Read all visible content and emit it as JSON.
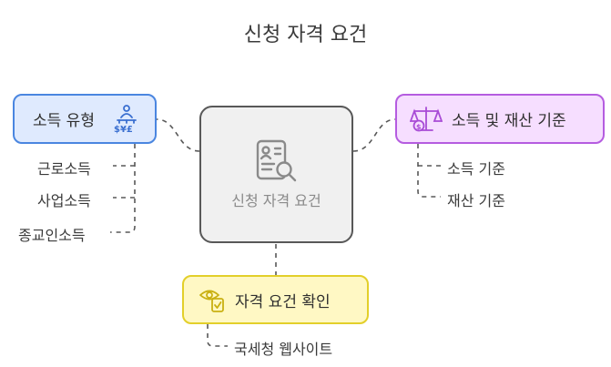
{
  "title": "신청 자격 요건",
  "center": {
    "label": "신청 자격 요건"
  },
  "income_type": {
    "label": "소득 유형",
    "icon": "income-people-money-icon",
    "color": "#4a86e0",
    "children": [
      "근로소득",
      "사업소득",
      "종교인소득"
    ]
  },
  "criteria": {
    "label": "소득 및 재산 기준",
    "icon": "scales-money-icon",
    "color": "#b55ce0",
    "children": [
      "소득 기준",
      "재산 기준"
    ]
  },
  "verify": {
    "label": "자격 요건 확인",
    "icon": "eye-document-check-icon",
    "color": "#e3cf2a",
    "children": [
      "국세청 웹사이트"
    ]
  }
}
